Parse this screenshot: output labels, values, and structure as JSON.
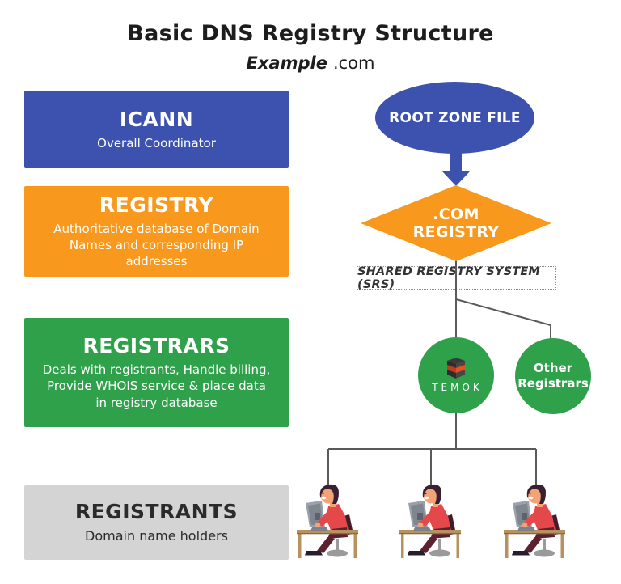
{
  "title": "Basic DNS Registry Structure",
  "subtitle": {
    "brand": "Example",
    "suffix": ".com"
  },
  "colors": {
    "blue": "#3D52AF",
    "orange": "#F8981D",
    "green": "#2FA14B",
    "gray": "#D4D4D4",
    "line": "#5A5A5A",
    "white": "#FFFFFF",
    "dark_text": "#2B2B2B"
  },
  "left_column": {
    "boxes": [
      {
        "title": "ICANN",
        "description": "Overall Coordinator",
        "color": "#3D52AF"
      },
      {
        "title": "REGISTRY",
        "description": "Authoritative database of Domain Names and corresponding IP addresses",
        "color": "#F8981D"
      },
      {
        "title": "REGISTRARS",
        "description": "Deals with registrants, Handle billing, Provide WHOIS service & place data in registry database",
        "color": "#2FA14B"
      },
      {
        "title": "REGISTRANTS",
        "description": "Domain name holders",
        "color": "#D4D4D4"
      }
    ]
  },
  "flowchart": {
    "root_zone_label": "ROOT ZONE FILE",
    "com_registry": {
      "line1": ".COM",
      "line2": "REGISTRY"
    },
    "srs_label": "SHARED REGISTRY SYSTEM (SRS)",
    "registrar_temok": {
      "brand": "TEMOK"
    },
    "registrar_other": {
      "line1": "Other",
      "line2": "Registrars"
    }
  }
}
